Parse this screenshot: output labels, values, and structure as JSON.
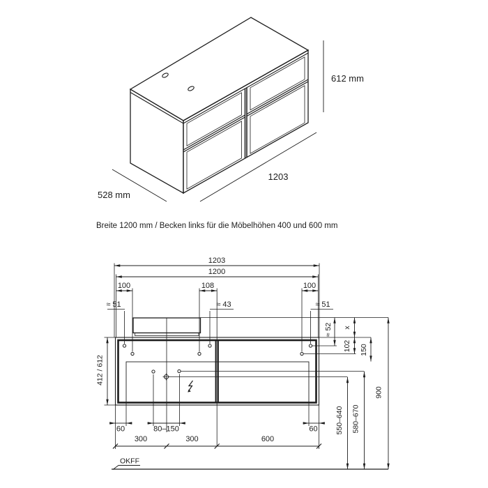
{
  "iso": {
    "height_label": "612 mm",
    "width_label": "1203",
    "depth_label": "528 mm"
  },
  "caption": "Breite 1200 mm / Becken links für die Möbelhöhen 400 und 600 mm",
  "fv": {
    "total_width": "1203",
    "body_width": "1200",
    "off_left": "100",
    "off_mid": "108",
    "off_right": "100",
    "approx_left": "≈ 51",
    "approx_mid": "≈ 43",
    "approx_right": "≈ 51",
    "approx_52": "≈ 52",
    "x_label": "x",
    "d102": "102",
    "d150": "150",
    "height_label": "412 / 612",
    "inset_left": "60",
    "faucet_span": "80–150",
    "inset_right": "60",
    "seg1": "300",
    "seg2": "300",
    "seg3": "600",
    "drain_height": "550–640",
    "supply_height": "580–670",
    "total_height": "900",
    "floor_label": "OKFF"
  }
}
